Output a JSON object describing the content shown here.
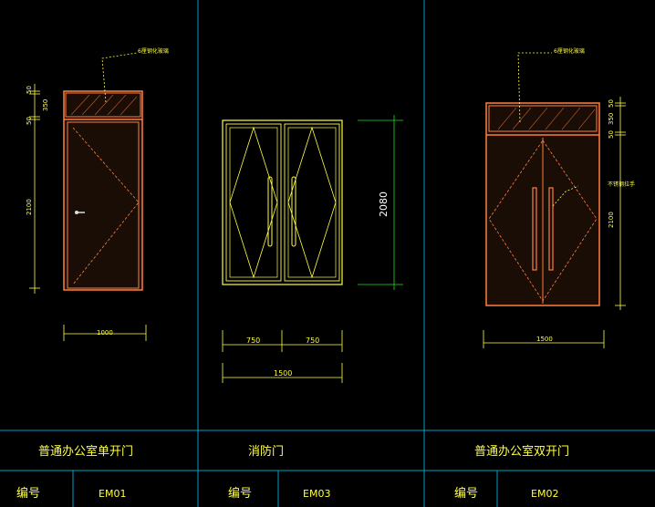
{
  "drawing": {
    "colors": {
      "background": "#000000",
      "frame": "#00a0c8",
      "door_outline": "#ff7f3f",
      "door_fill": "#1a0d05",
      "fire_door": "#ffff40",
      "dimension": "#ffff40",
      "dimension_green": "#20e020",
      "leader": "#ffff40",
      "text_white": "#ffffff",
      "text_yellow": "#ffff40"
    },
    "panels": [
      {
        "id": "EM01",
        "title": "普通办公室单开门",
        "code_label": "编号",
        "code_value": "EM01",
        "callout": "6厘钢化玻璃",
        "width_dim": "1000",
        "vertical_dims": [
          "50",
          "350",
          "50",
          "2100"
        ]
      },
      {
        "id": "EM03",
        "title": "消防门",
        "code_label": "编号",
        "code_value": "EM03",
        "height_dim": "2080",
        "leaf_dims": [
          "750",
          "750"
        ],
        "width_dim": "1500"
      },
      {
        "id": "EM02",
        "title": "普通办公室双开门",
        "code_label": "编号",
        "code_value": "EM02",
        "callout": "6厘钢化玻璃",
        "handle_callout": "不锈钢拉手",
        "width_dim": "1500",
        "vertical_dims": [
          "50",
          "350",
          "50",
          "2100"
        ]
      }
    ]
  }
}
